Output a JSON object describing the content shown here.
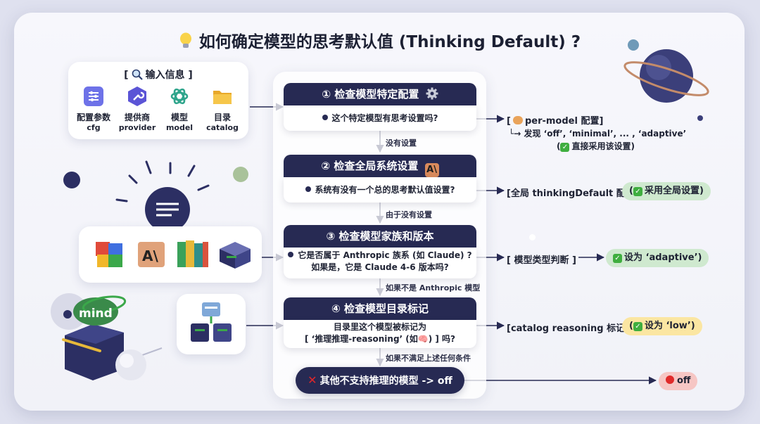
{
  "title": "如何确定模型的思考默认值 (Thinking Default) ?",
  "inputs": {
    "header": "[ 🔍 输入信息 ]",
    "header_text": "输入信息",
    "items": [
      {
        "icon": "sliders-icon",
        "line1": "配置参数",
        "line2": "cfg"
      },
      {
        "icon": "wrench-hexagon-icon",
        "line1": "提供商",
        "line2": "provider"
      },
      {
        "icon": "openai-knot-icon",
        "line1": "模型",
        "line2": "model"
      },
      {
        "icon": "folder-icon",
        "line1": "目录",
        "line2": "catalog"
      }
    ]
  },
  "steps": [
    {
      "number": "①",
      "title": "① 检查模型特定配置",
      "question": "这个特定模型有思考设置吗?"
    },
    {
      "number": "②",
      "title": "② 检查全局系统设置",
      "question": "系统有没有一个总的思考默认值设置?"
    },
    {
      "number": "③",
      "title": "③ 检查模型家族和版本",
      "question_line1": "它是否属于 Anthropic 族系 (如 Claude) ?",
      "question_line2": "如果是，它是 Claude 4-6 版本吗?"
    },
    {
      "number": "④",
      "title": "④ 检查模型目录标记",
      "question_line1": "目录里这个模型被标记为",
      "question_line2": "[ ‘推理推理-reasoning’ (如🧠) ] 吗?"
    }
  ],
  "transitions": [
    "没有设置",
    "由于没有设置",
    "如果不是 Anthropic 模型",
    "如果不满足上述任何条件"
  ],
  "final": "其他不支持推理的模型 -> off",
  "results": {
    "r1_label": "per-model 配置",
    "r1_detail": "└→ 发现 ‘off’, ‘minimal’, ... , ‘adaptive’",
    "r1_note": "直接采用该设置)",
    "r2_label": "[全局 thinkingDefault 配置]",
    "r2_pill": "采用全局设置)",
    "r3_label": "[ 模型类型判断 ]",
    "r3_pill": "设为 ‘adaptive’)",
    "r4_label": "[catalog reasoning 标记]",
    "r4_pill": "设为 ‘low’)",
    "r5_pill": "off"
  },
  "decor": {
    "mind_label": "mind"
  },
  "colors": {
    "navy": "#272a53",
    "green_pill": "#cfe9cf",
    "yellow_pill": "#fbe6a2",
    "red_pill": "#f6c6c4",
    "check": "#3fae3f"
  }
}
